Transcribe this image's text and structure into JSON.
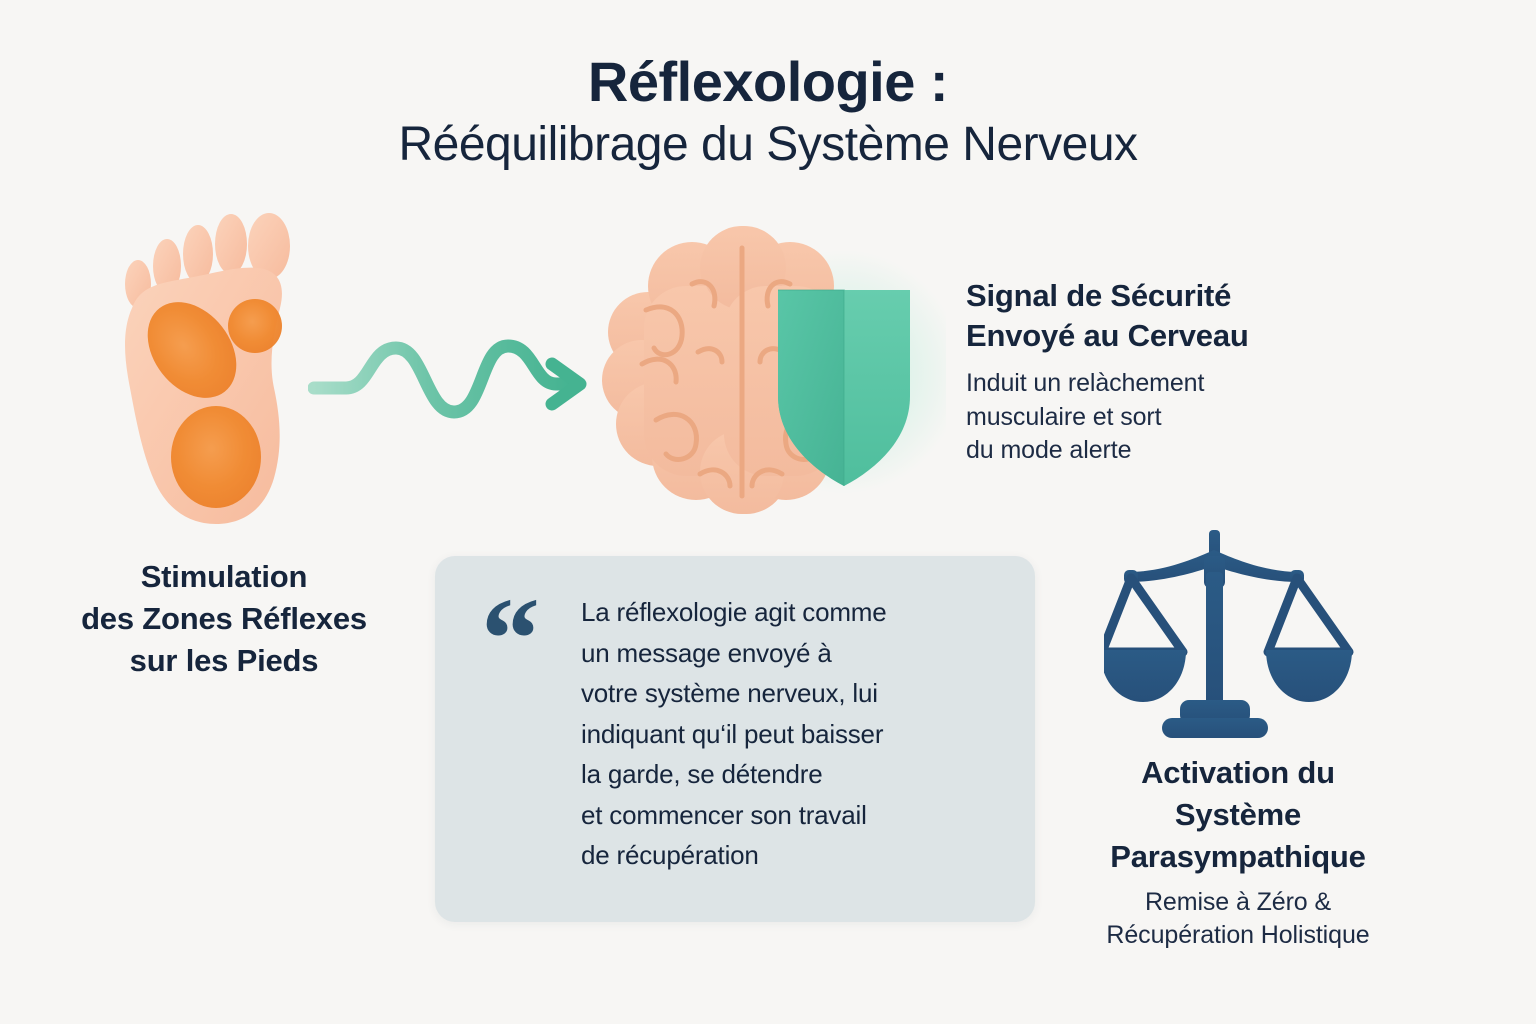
{
  "theme": {
    "background": "#f7f6f4",
    "heading_color": "#16253c",
    "card_background": "#dde4e6",
    "quote_mark_color": "#2b5170",
    "accent_teal": "#4fc0a2",
    "accent_orange": "#f0892f",
    "accent_peach": "#f7c2a6",
    "accent_blue": "#2d5580"
  },
  "title": {
    "line1": "Réflexologie :",
    "line2": "Rééquilibrage du Système Nerveux"
  },
  "stage_left": {
    "icon": "foot-reflex-zones-icon",
    "label_lines": [
      "Stimulation",
      "des Zones Réflexes",
      "sur les Pieds"
    ]
  },
  "connector": {
    "icon": "wavy-arrow-icon"
  },
  "stage_middle": {
    "icon": "brain-icon",
    "badge_icon": "shield-icon",
    "heading_lines": [
      "Signal de Sécurité",
      "Envoyé au Cerveau"
    ],
    "subtitle_lines": [
      "Induit un relàchement",
      "musculaire et sort",
      "du mode alerte"
    ]
  },
  "quote": {
    "mark": "“",
    "lines": [
      "La réflexologie agit comme",
      "un message envoyé à",
      "votre système nerveux, lui",
      "indiquant qu‘il peut baisser",
      "la garde, se détendre",
      "et commencer son travail",
      "de récupération"
    ]
  },
  "stage_right": {
    "icon": "balance-scales-icon",
    "heading_lines": [
      "Activation du",
      "Système",
      "Parasympathique"
    ],
    "subtitle_lines": [
      "Remise à Zéro &",
      "Récupération Holistique"
    ]
  }
}
